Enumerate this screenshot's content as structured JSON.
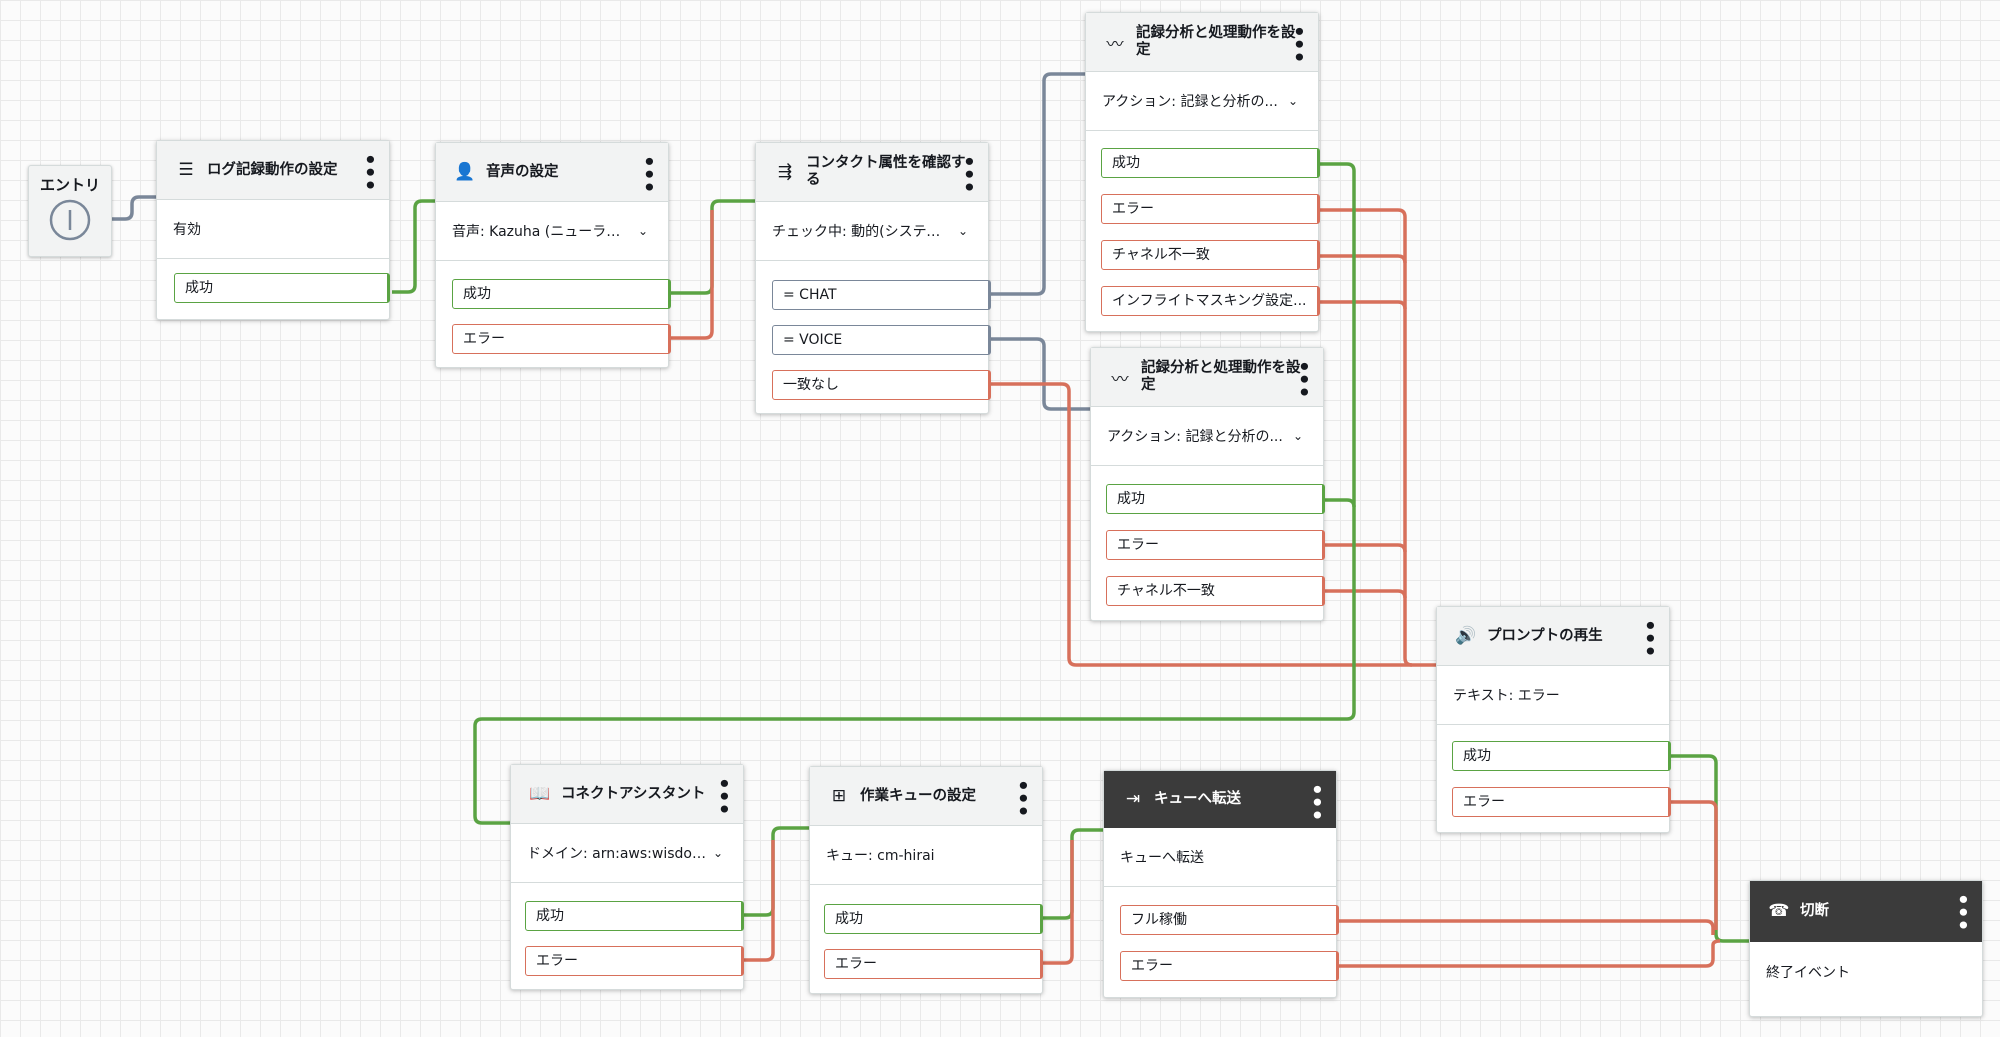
{
  "entry": {
    "label": "エントリ"
  },
  "blocks": {
    "log": {
      "title": "ログ記録動作の設定",
      "config": "有効",
      "branches": [
        "成功"
      ]
    },
    "voice": {
      "title": "音声の設定",
      "config": "音声: Kazuha (ニューラル:...",
      "branches": [
        "成功",
        "エラー"
      ]
    },
    "check": {
      "title": "コンタクト属性を確認する",
      "config": "チェック中: 動的(システム...",
      "branches": [
        "= CHAT",
        "= VOICE",
        "一致なし"
      ]
    },
    "rec1": {
      "title": "記録分析と処理動作を設定",
      "config": "アクション: 記録と分析の...",
      "branches": [
        "成功",
        "エラー",
        "チャネル不一致",
        "インフライトマスキング設定..."
      ]
    },
    "rec2": {
      "title": "記録分析と処理動作を設定",
      "config": "アクション: 記録と分析の...",
      "branches": [
        "成功",
        "エラー",
        "チャネル不一致"
      ]
    },
    "prompt": {
      "title": "プロンプトの再生",
      "config": "テキスト: エラー",
      "branches": [
        "成功",
        "エラー"
      ]
    },
    "assist": {
      "title": "コネクトアシスタント",
      "config": "ドメイン: arn:aws:wisdom...",
      "branches": [
        "成功",
        "エラー"
      ]
    },
    "queue": {
      "title": "作業キューの設定",
      "config": "キュー: cm-hirai",
      "branches": [
        "成功",
        "エラー"
      ]
    },
    "transfer": {
      "title": "キューへ転送",
      "config": "キューへ転送",
      "branches": [
        "フル稼働",
        "エラー"
      ]
    },
    "disconnect": {
      "title": "切断",
      "config": "終了イベント"
    }
  },
  "colors": {
    "success": "#5aa343",
    "error": "#d7705b",
    "condition": "#7a8799",
    "dark_header": "#3b3b3b"
  },
  "icons": {
    "log": "log-settings-icon",
    "voice": "voice-icon",
    "check": "check-attributes-icon",
    "rec": "waveform-icon",
    "prompt": "speaker-icon",
    "assist": "book-icon",
    "queue": "add-queue-icon",
    "transfer": "transfer-icon",
    "disconnect": "hang-up-icon",
    "menu": "more-vertical-icon",
    "dropdown": "chevron-down-icon",
    "entry": "start-icon"
  }
}
